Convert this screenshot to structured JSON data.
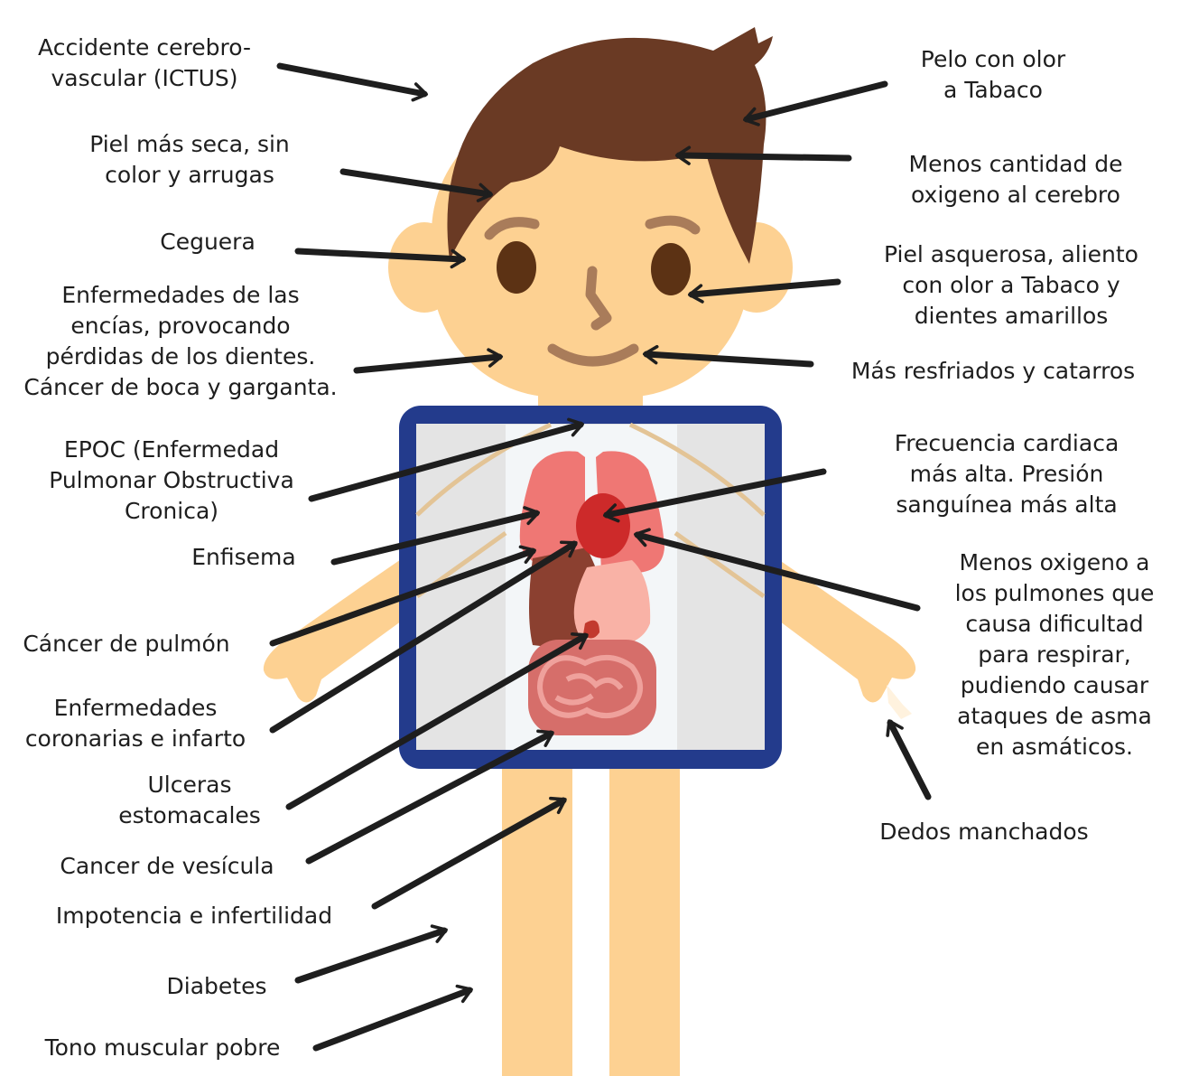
{
  "colors": {
    "skin": "#fdd192",
    "hair": "#6a3a24",
    "eyes": "#5c3214",
    "features": "#a97c5a",
    "frame": "#233b8c",
    "xray_bg": "#e4e4e4",
    "bones": "#e3c496",
    "lungs": "#ef7774",
    "heart": "#cd2a2a",
    "liver": "#8b4030",
    "stomach": "#f9b2a6",
    "intestines": "#d66e6a",
    "arrow": "#1e1e1e",
    "text": "#1e1e1e"
  },
  "labels": {
    "l1": "Accidente cerebro-\nvascular (ICTUS)",
    "l2": "Piel más seca, sin\ncolor y arrugas",
    "l3": "Ceguera",
    "l4": "Enfermedades de las\nencías, provocando\npérdidas de los dientes.\nCáncer de boca y garganta.",
    "l5": "EPOC (Enfermedad\nPulmonar Obstructiva\nCronica)",
    "l6": "Enfisema",
    "l7": "Cáncer de pulmón",
    "l8": "Enfermedades\ncoronarias e infarto",
    "l9": "Ulceras\nestomacales",
    "l10": "Cancer de vesícula",
    "l11": "Impotencia e infertilidad",
    "l12": "Diabetes",
    "l13": "Tono muscular pobre",
    "r1": "Pelo con olor\na Tabaco",
    "r2": "Menos cantidad de\noxigeno al cerebro",
    "r3": "Piel asquerosa, aliento\ncon olor a Tabaco y\ndientes amarillos",
    "r4": "Más resfriados y catarros",
    "r5": "Frecuencia cardiaca\nmás alta. Presión\nsanguínea más alta",
    "r6": "Menos oxigeno a\nlos pulmones que\ncausa dificultad\npara respirar,\npudiendo causar\nataques de asma\nen asmáticos.",
    "r7": "Dedos manchados"
  }
}
